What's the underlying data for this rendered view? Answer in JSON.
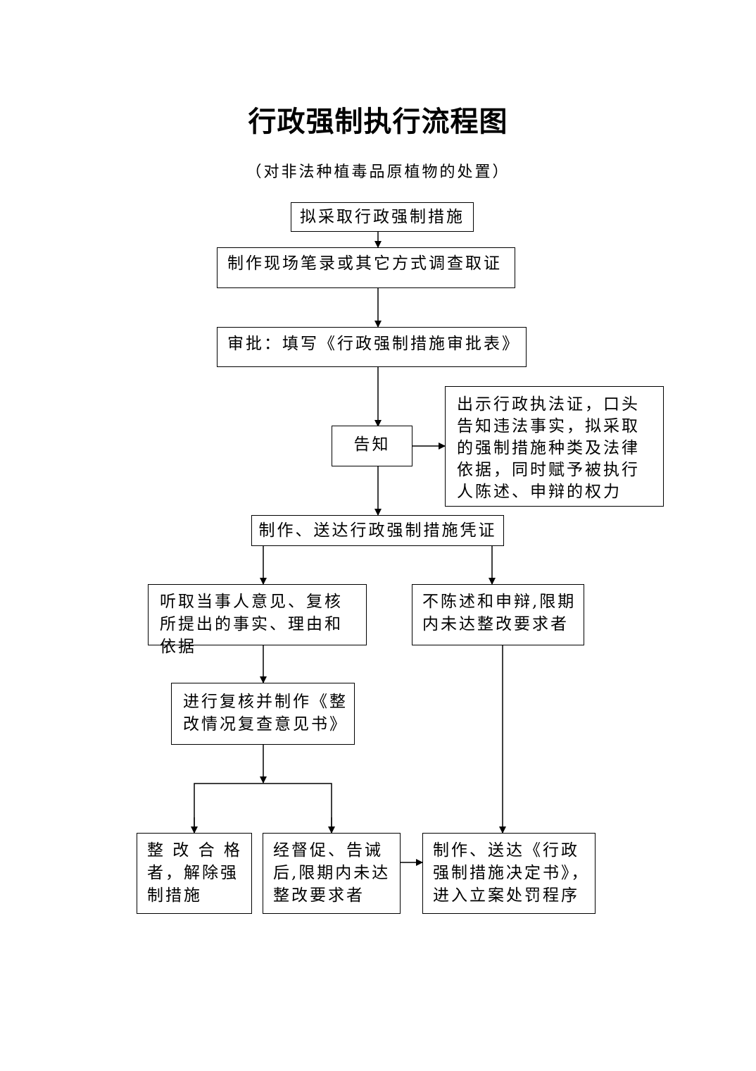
{
  "title": "行政强制执行流程图",
  "subtitle": "（对非法种植毒品原植物的处置）",
  "nodes": {
    "n1": "拟采取行政强制措施",
    "n2": "制作现场笔录或其它方式调查取证",
    "n3": "审批：填写《行政强制措施审批表》",
    "n4": "告知",
    "n4_note": "出示行政执法证，口头告知违法事实，拟采取的强制措施种类及法律依据，同时赋予被执行人陈述、申辩的权力",
    "n5": "制作、送达行政强制措施凭证",
    "n6_left": "听取当事人意见、复核所提出的事实、理由和依据",
    "n6_right": "不陈述和申辩,限期内未达整改要求者",
    "n7": "进行复核并制作《整改情况复查意见书》",
    "n8_a": "整 改 合 格 者，解除强制措施",
    "n8_b": "经督促、告诫后,限期内未达整改要求者",
    "n9": "制作、送达《行政强制措施决定书》，进入立案处罚程序"
  }
}
